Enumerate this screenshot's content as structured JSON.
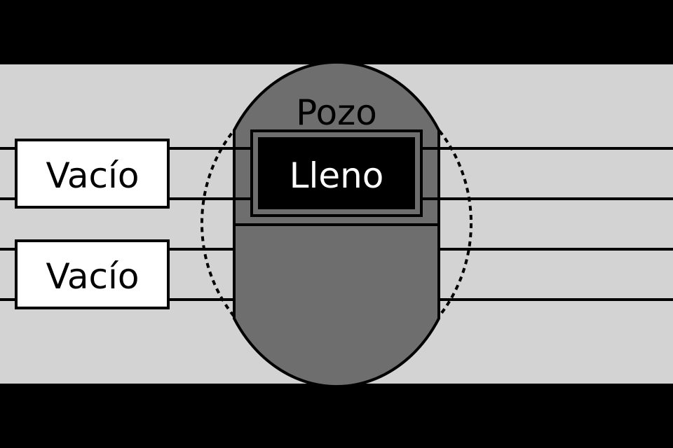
{
  "diagram": {
    "well_label": "Pozo",
    "full_label": "Lleno",
    "empty_labels": [
      "Vacío",
      "Vacío"
    ]
  },
  "colors": {
    "bars": "#000000",
    "background": "#d3d3d3",
    "well_fill": "#6e6e6e",
    "full_box": "#000000",
    "empty_box": "#ffffff",
    "line": "#000000"
  }
}
